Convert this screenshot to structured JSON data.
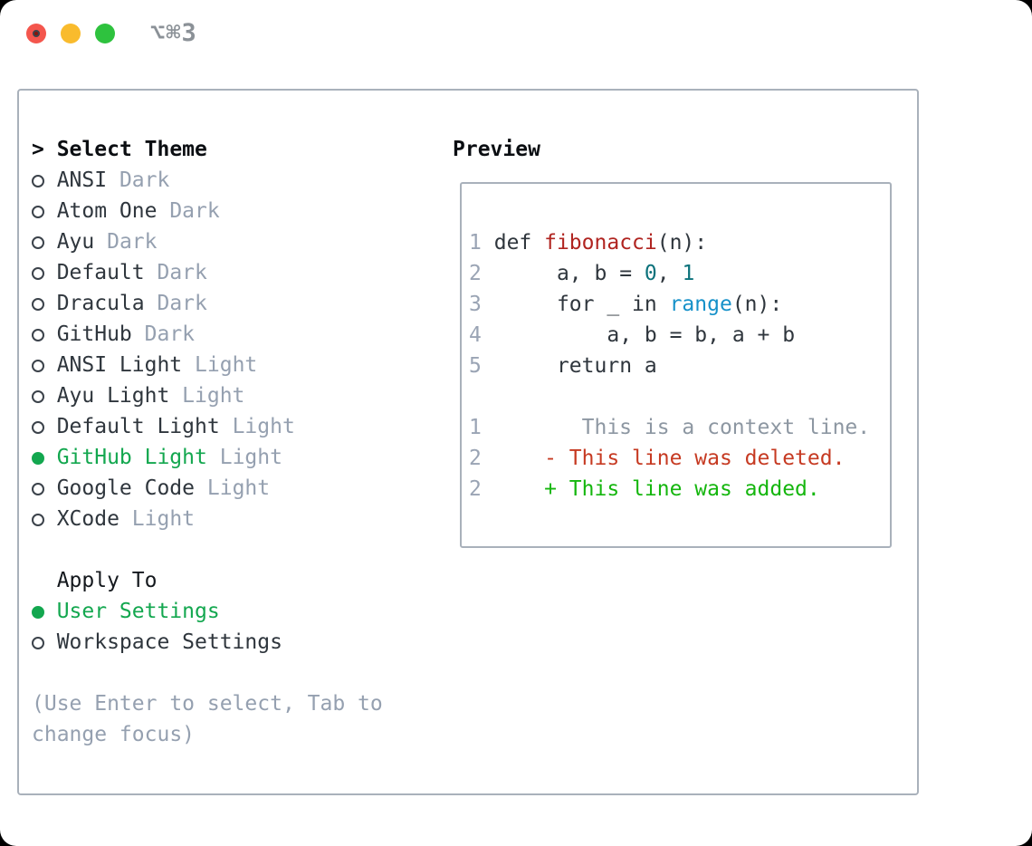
{
  "window": {
    "title": "⌥⌘3"
  },
  "colors": {
    "accent_green": "#13a74f",
    "diff_added": "#15b60e",
    "diff_deleted": "#c63a22",
    "syntax_function": "#b02420",
    "syntax_number": "#0c727b",
    "syntax_builtin": "#1691c9",
    "text_primary": "#2f363d",
    "text_muted": "#95a0b0",
    "panel_border": "#a9b1bb"
  },
  "theme_picker": {
    "prompt": ">",
    "header": "Select Theme",
    "items": [
      {
        "name": "ANSI",
        "variant": "Dark",
        "selected": false
      },
      {
        "name": "Atom One",
        "variant": "Dark",
        "selected": false
      },
      {
        "name": "Ayu",
        "variant": "Dark",
        "selected": false
      },
      {
        "name": "Default",
        "variant": "Dark",
        "selected": false
      },
      {
        "name": "Dracula",
        "variant": "Dark",
        "selected": false
      },
      {
        "name": "GitHub",
        "variant": "Dark",
        "selected": false
      },
      {
        "name": "ANSI Light",
        "variant": "Light",
        "selected": false
      },
      {
        "name": "Ayu Light",
        "variant": "Light",
        "selected": false
      },
      {
        "name": "Default Light",
        "variant": "Light",
        "selected": false
      },
      {
        "name": "GitHub Light",
        "variant": "Light",
        "selected": true
      },
      {
        "name": "Google Code",
        "variant": "Light",
        "selected": false
      },
      {
        "name": "XCode",
        "variant": "Light",
        "selected": false
      }
    ],
    "apply_to": {
      "header": "Apply To",
      "options": [
        {
          "label": "User Settings",
          "selected": true
        },
        {
          "label": "Workspace Settings",
          "selected": false
        }
      ]
    },
    "help_lines": [
      "(Use Enter to select, Tab to",
      "change focus)"
    ]
  },
  "preview": {
    "label": "Preview",
    "lines": [
      {
        "num": "1",
        "pad": 1,
        "segs": [
          [
            "def ",
            "codec"
          ],
          [
            "fibonacci",
            "fn"
          ],
          [
            "(n):",
            "codec"
          ]
        ]
      },
      {
        "num": "2",
        "pad": 6,
        "segs": [
          [
            "a, b = ",
            "codec"
          ],
          [
            "0",
            "numlit"
          ],
          [
            ", ",
            "codec"
          ],
          [
            "1",
            "numlit"
          ]
        ]
      },
      {
        "num": "3",
        "pad": 6,
        "segs": [
          [
            "for _ in ",
            "codec"
          ],
          [
            "range",
            "call"
          ],
          [
            "(n):",
            "codec"
          ]
        ]
      },
      {
        "num": "4",
        "pad": 10,
        "segs": [
          [
            "a, b = b, a + b",
            "codec"
          ]
        ]
      },
      {
        "num": "5",
        "pad": 6,
        "segs": [
          [
            "return a",
            "codec"
          ]
        ]
      },
      {
        "num": "",
        "pad": 0,
        "segs": []
      },
      {
        "num": "1",
        "pad": 8,
        "segs": [
          [
            "This is a context line.",
            "ctx"
          ]
        ]
      },
      {
        "num": "2",
        "pad": 5,
        "segs": [
          [
            "- This line was deleted.",
            "del"
          ]
        ]
      },
      {
        "num": "2",
        "pad": 5,
        "segs": [
          [
            "+ This line was added.",
            "add"
          ]
        ]
      }
    ]
  }
}
